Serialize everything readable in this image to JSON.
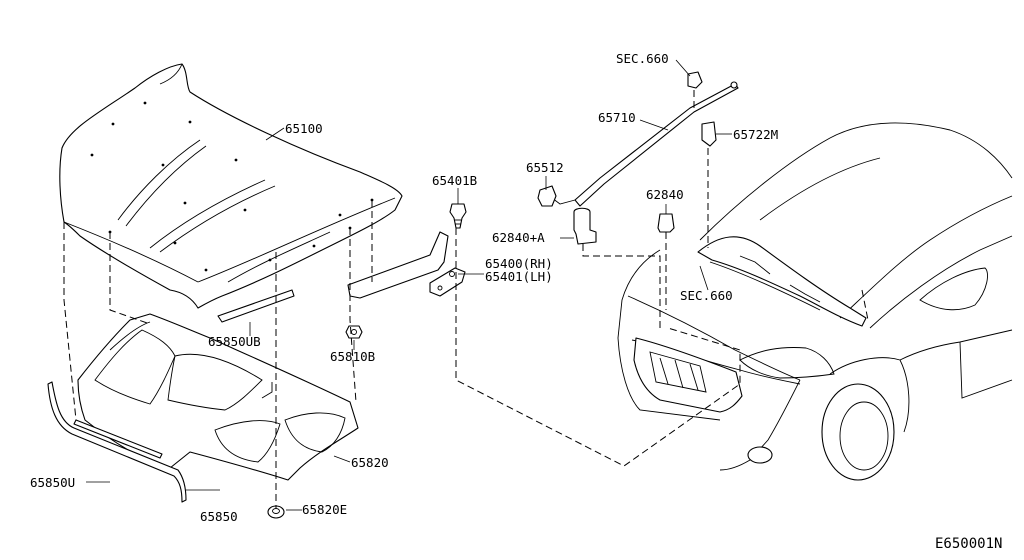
{
  "diagram_code": "E650001N",
  "callouts": {
    "hood": "65100",
    "hood_hinge_bolt": "65401B",
    "hinge_rh_lh": [
      "65400(RH)",
      "65401(LH)"
    ],
    "hinge_nut": "65810B",
    "seal_ub": "65850UB",
    "insulator": "65820",
    "clip": "65820E",
    "seal_u": "65850U",
    "seal_front": "65850",
    "sec_top": "SEC.660",
    "hood_rod": "65710",
    "rod_holder": "65722M",
    "rod_clip": "65512",
    "bumper": "62840",
    "bumper_a": "62840+A",
    "sec_cowl": "SEC.660"
  }
}
